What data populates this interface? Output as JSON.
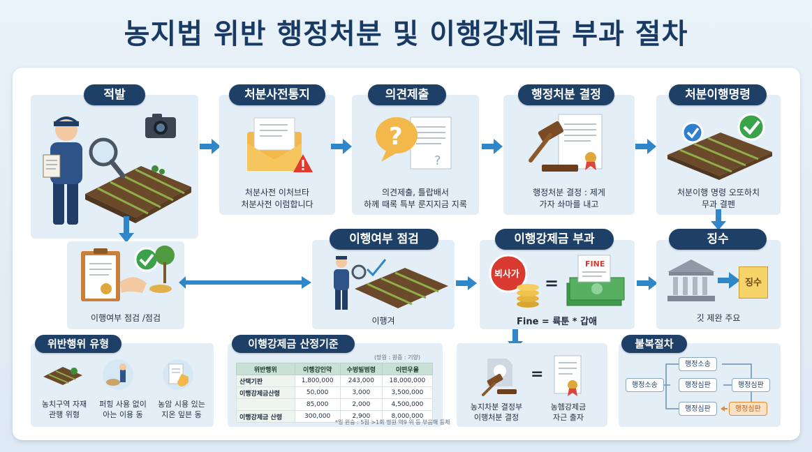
{
  "title": "농지법 위반 행정처분 및 이행강제금 부과 절차",
  "steps": {
    "detect": {
      "label": "적발"
    },
    "prenotice": {
      "label": "처분사전통지",
      "caption": "처분사전 이처브타\n처분사전 이럼합니다"
    },
    "opinion": {
      "label": "의견제출",
      "caption": "의견제출, 틀랍배서\n하께 때록 특부 룬지지금 지록"
    },
    "decision": {
      "label": "행정처분 결정",
      "caption": "행정처분 결정 : 제게\n가자 솨마를 내고"
    },
    "order": {
      "label": "처분이행명령",
      "caption": "처분이행 명령 오또하치\n무과 결펜"
    },
    "check_doc": {
      "caption": "이행여부 점검 /점검"
    },
    "inspect": {
      "label": "이행여부 점검",
      "caption": "이행겨"
    },
    "impose": {
      "label": "이행강제금 부과",
      "badge": "뵈사가",
      "fine_word": "FINE",
      "equals": "=",
      "formula": "Fine = 륙툰 * 갑애"
    },
    "collect": {
      "label": "징수",
      "stamp": "징수",
      "caption": "깃 제완 주요"
    }
  },
  "violations": {
    "label": "위반행위 유형",
    "items": [
      {
        "caption": "농치구역 자재\n관행 위형"
      },
      {
        "caption": "퍼힝 사용 없이\n아는 이용 동"
      },
      {
        "caption": "농암 시용 있는\n지온 잎븐 동"
      }
    ]
  },
  "criteria": {
    "label": "이행강제금 산정기준",
    "unit_note": "(망원 : 원증 : 기양)",
    "headers": [
      "위반행위",
      "이행강인약",
      "수벙빌범령",
      "이떤우율"
    ],
    "rows": [
      [
        "산택기판",
        "1,800,000",
        "243,000",
        "18,000,000"
      ],
      [
        "이행강제금산령",
        "50,000",
        "3,000",
        "3,500,000"
      ],
      [
        "",
        "85,000",
        "2,000",
        "4,500,000"
      ],
      [
        "이행강제금 산령",
        "300,000",
        "2,900",
        "8,000,000"
      ]
    ],
    "footnote": "*잉 윈숭 : 5점 >1회 명원 역9 위 등 부음해 등체"
  },
  "result": {
    "left_caption": "농지차분 결정부\n이행처분 결정",
    "equals": "=",
    "right_caption": "농헴강제금\n자근 출자"
  },
  "appeal": {
    "label": "불복절차",
    "nodes": [
      "행정소송",
      "행정소송",
      "행정심판",
      "행정심판",
      "행정심판",
      "행정심판"
    ]
  },
  "colors": {
    "navy": "#1e3f66",
    "card": "#e4eef7",
    "arrow": "#2f86c9",
    "accent": "#e68a2e"
  }
}
